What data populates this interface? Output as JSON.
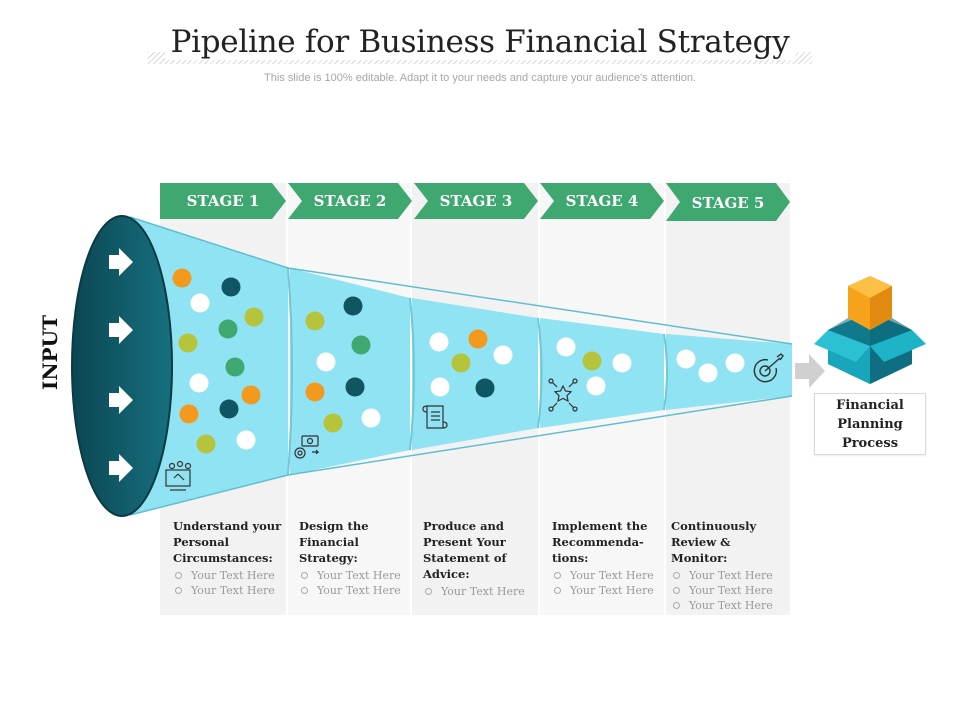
{
  "header": {
    "title": "Pipeline for Business Financial Strategy",
    "subtitle": "This slide is 100% editable. Adapt it to your needs and capture your audience's attention."
  },
  "input_label": "INPUT",
  "stages": [
    {
      "label": "STAGE 1",
      "heading": "Understand your Personal Circumstances:",
      "bullets": [
        "Your Text Here",
        "Your Text Here"
      ],
      "icon": "team-meeting-icon"
    },
    {
      "label": "STAGE 2",
      "heading": "Design the Financial Strategy:",
      "bullets": [
        "Your Text Here",
        "Your Text Here"
      ],
      "icon": "money-gear-icon"
    },
    {
      "label": "STAGE 3",
      "heading": "Produce and Present Your Statement of Advice:",
      "bullets": [
        "Your Text Here"
      ],
      "icon": "scroll-document-icon"
    },
    {
      "label": "STAGE 4",
      "heading": "Implement the Recommenda-tions:",
      "bullets": [
        "Your Text Here",
        "Your Text Here"
      ],
      "icon": "star-network-icon"
    },
    {
      "label": "STAGE 5",
      "heading": "Continuously Review & Monitor:",
      "bullets": [
        "Your Text Here",
        "Your Text Here",
        "Your Text Here"
      ],
      "icon": "target-pencil-icon"
    }
  ],
  "output": {
    "label": "Financial Planning Process",
    "icon": "open-box-icon"
  },
  "colors": {
    "stage_green": "#3fa870",
    "funnel_fill": "#8fe3f2",
    "funnel_mouth": "#0f5563",
    "dot_orange": "#f39a1e",
    "dot_teal": "#0f5563",
    "dot_green": "#3fa870",
    "dot_lime": "#b5c43a",
    "dot_white": "#ffffff",
    "box_teal": "#14a3b8",
    "box_orange": "#f6a21a"
  }
}
